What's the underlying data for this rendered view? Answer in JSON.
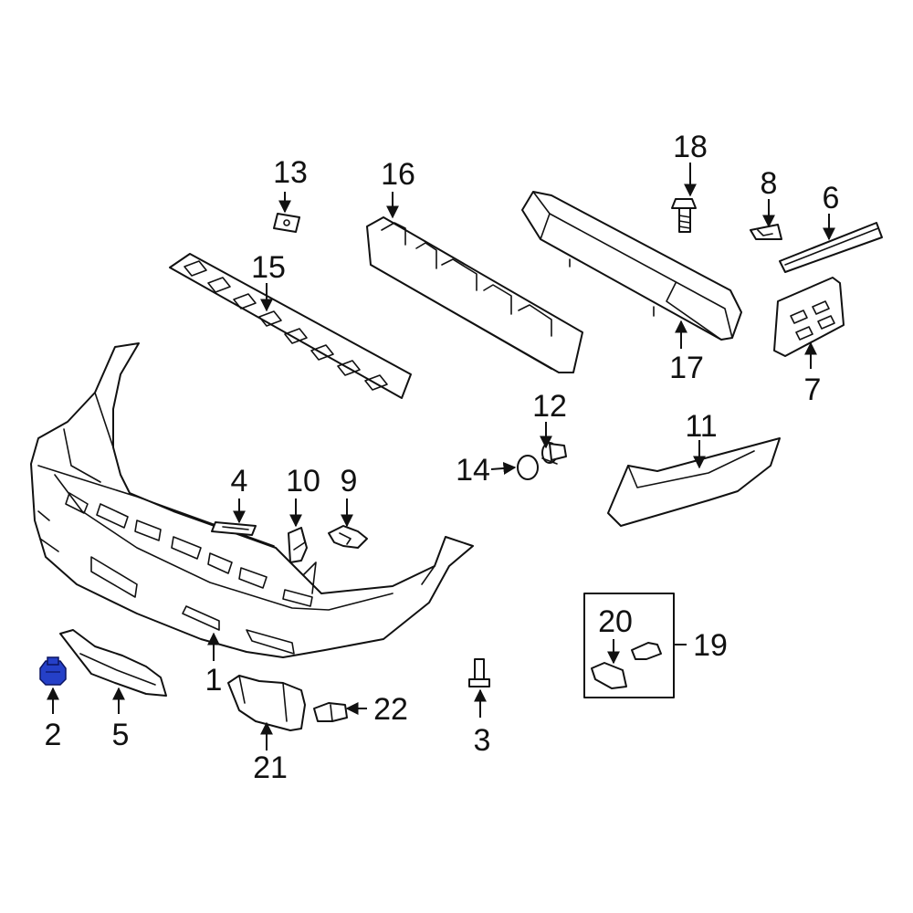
{
  "diagram": {
    "highlight_color": "#2540c8",
    "callouts": {
      "c1": "1",
      "c2": "2",
      "c3": "3",
      "c4": "4",
      "c5": "5",
      "c6": "6",
      "c7": "7",
      "c8": "8",
      "c9": "9",
      "c10": "10",
      "c11": "11",
      "c12": "12",
      "c13": "13",
      "c14": "14",
      "c15": "15",
      "c16": "16",
      "c17": "17",
      "c18": "18",
      "c19": "19",
      "c20": "20",
      "c21": "21",
      "c22": "22"
    }
  }
}
